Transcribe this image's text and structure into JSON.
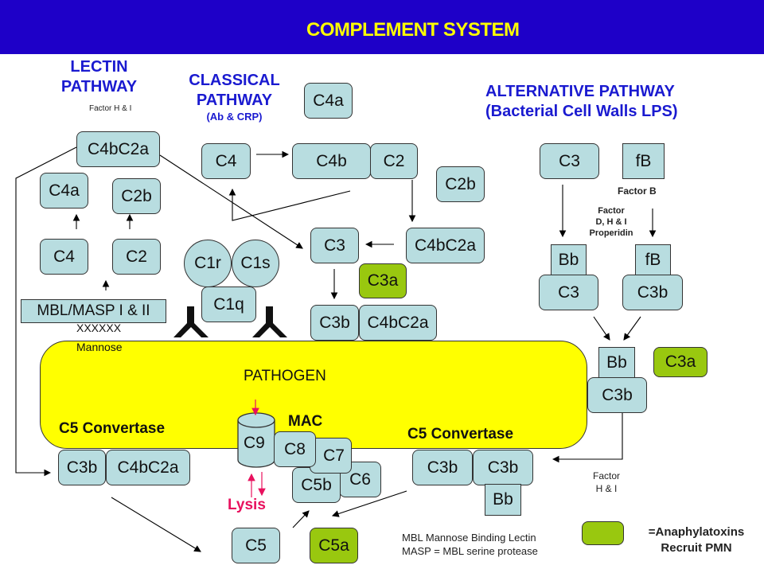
{
  "header": {
    "title": "COMPLEMENT SYSTEM",
    "bg_color": "#1e00c8",
    "title_color": "#ffff00"
  },
  "pathways": {
    "lectin": {
      "title_line1": "LECTIN",
      "title_line2": "PATHWAY",
      "note": "Factor H & I"
    },
    "classical": {
      "title_line1": "CLASSICAL",
      "title_line2": "PATHWAY",
      "subtitle": "(Ab & CRP)"
    },
    "alternative": {
      "title_line1": "ALTERNATIVE PATHWAY",
      "title_line2": "(Bacterial Cell Walls LPS)"
    }
  },
  "lectin_nodes": {
    "c4bc2a": "C4bC2a",
    "c4a": "C4a",
    "c2b": "C2b",
    "c4": "C4",
    "c2": "C2",
    "mbl_masp": "MBL/MASP I & II",
    "xxxxxx": "XXXXXX",
    "mannose": "Mannose"
  },
  "classical_nodes": {
    "c4a": "C4a",
    "c4": "C4",
    "c4b": "C4b",
    "c2": "C2",
    "c2b": "C2b",
    "c3": "C3",
    "c4bc2a": "C4bC2a",
    "c3a": "C3a",
    "c3b": "C3b",
    "c4bc2a_bound": "C4bC2a",
    "c1r": "C1r",
    "c1s": "C1s",
    "c1q": "C1q",
    "antibody_glyph": "Y"
  },
  "alternative_nodes": {
    "c3": "C3",
    "fb": "fB",
    "factor_b_label": "Factor B",
    "factors_label_line1": "Factor",
    "factors_label_line2": "D, H & I",
    "factors_label_line3": "Properidin",
    "bb1": "Bb",
    "c3_1": "C3",
    "fb2": "fB",
    "c3b_1": "C3b",
    "bb2": "Bb",
    "c3b_2": "C3b",
    "c3a": "C3a",
    "factor_hi_line1": "Factor",
    "factor_hi_line2": "H & I"
  },
  "pathogen": {
    "label": "PATHOGEN",
    "color": "#ffff00"
  },
  "c5_convertase": {
    "left_label": "C5 Convertase",
    "left_c3b": "C3b",
    "left_c4bc2a": "C4bC2a",
    "right_label": "C5 Convertase",
    "right_c3b_1": "C3b",
    "right_c3b_2": "C3b",
    "right_bb": "Bb"
  },
  "mac": {
    "label": "MAC",
    "c9": "C9",
    "c8": "C8",
    "c7": "C7",
    "c6": "C6",
    "c5b": "C5b",
    "lysis": "Lysis",
    "lysis_color": "#e8115e"
  },
  "c5": {
    "c5": "C5",
    "c5a": "C5a"
  },
  "legend": {
    "abbrev_line1": "MBL Mannose  Binding Lectin",
    "abbrev_line2": "MASP = MBL serine protease",
    "swatch_color": "#99c80f",
    "anaphylatoxins_line1": "=Anaphylatoxins",
    "anaphylatoxins_line2": "Recruit PMN"
  },
  "colors": {
    "node_fill": "#b8dde0",
    "anaphylatoxin_fill": "#99c80f",
    "title_blue": "#1a1ad0"
  }
}
